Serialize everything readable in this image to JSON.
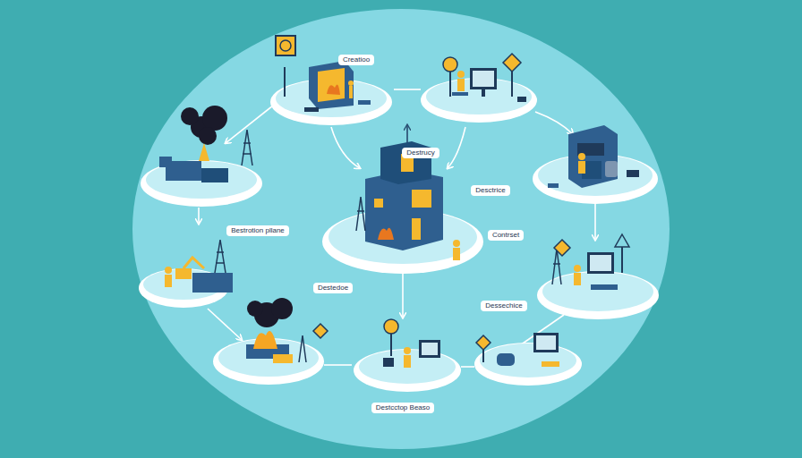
{
  "diagram": {
    "labels": [
      "Creatioo",
      "Destrucy",
      "Desctrice",
      "Bestrotion pllane",
      "Destedoe",
      "Contrset",
      "Dessechice",
      "Destcctop Beaso"
    ]
  }
}
